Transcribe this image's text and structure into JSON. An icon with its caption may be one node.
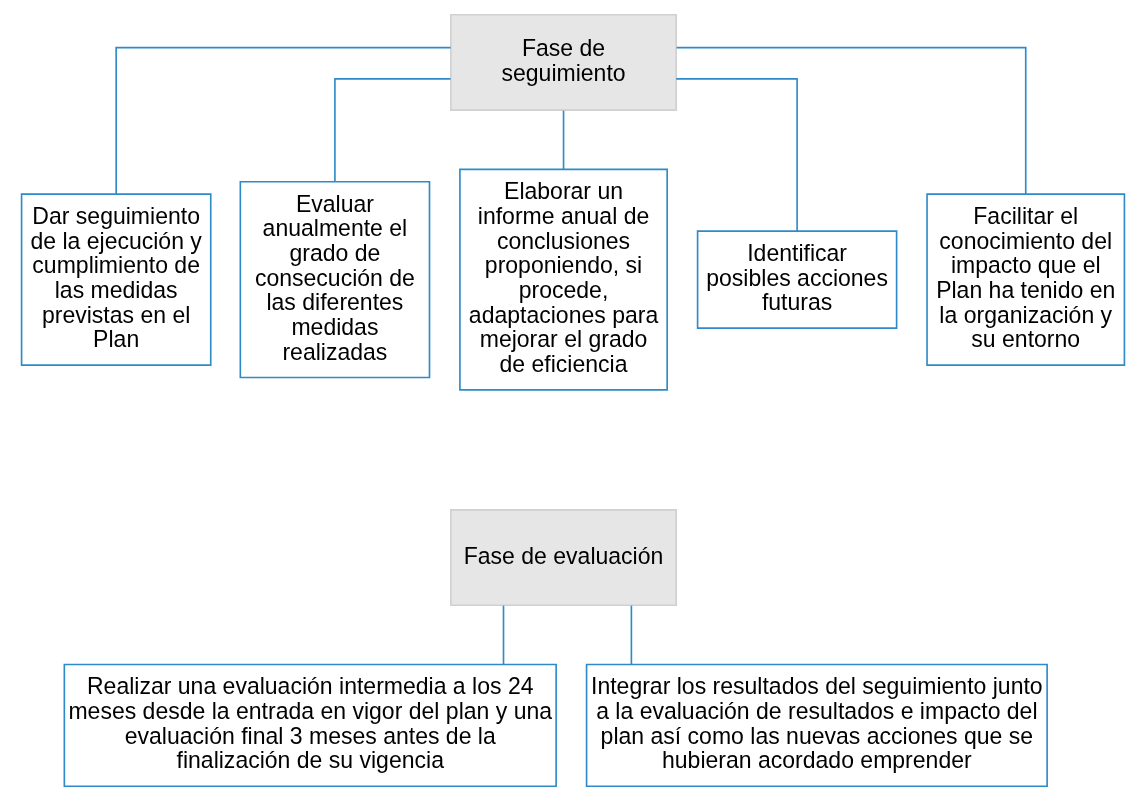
{
  "diagram": {
    "nodes": [
      {
        "text": [
          "Fase de seguimiento"
        ]
      },
      {
        "text": [
          "Dar seguimiento de la ejecución y cumplimiento de las medidas previstas en el Plan"
        ]
      },
      {
        "text": [
          "Evaluar anualmente el grado de consecución de las diferentes medidas realizadas"
        ]
      },
      {
        "text": [
          "Elaborar un informe anual de conclusiones proponiendo, si procede, adaptaciones para mejorar el grado de eficiencia"
        ]
      },
      {
        "text": [
          "Identificar posibles acciones futuras"
        ]
      },
      {
        "text": [
          "Facilitar el conocimiento del impacto que el Plan ha tenido en la organización y su entorno"
        ]
      },
      {
        "text": [
          "Fase de evaluación"
        ]
      },
      {
        "text": [
          "Realizar una evaluación intermedia a los 24 meses desde la entrada en vigor del plan y una evaluación final 3 meses antes de la finalización de su vigencia"
        ]
      },
      {
        "text": [
          "Integrar los resultados del seguimiento junto a la evaluación de resultados e impacto del plan así como las nuevas acciones que se hubieran acordado emprender"
        ]
      }
    ],
    "edges": [
      {
        "from": 0,
        "to": 1,
        "arrow": "none"
      },
      {
        "from": 0,
        "to": 2,
        "arrow": "none"
      },
      {
        "from": 0,
        "to": 3,
        "arrow": "none"
      },
      {
        "from": 0,
        "to": 4,
        "arrow": "none"
      },
      {
        "from": 0,
        "to": 5,
        "arrow": "none"
      },
      {
        "from": 6,
        "to": 7,
        "arrow": "none"
      },
      {
        "from": 6,
        "to": 8,
        "arrow": "none"
      }
    ]
  }
}
